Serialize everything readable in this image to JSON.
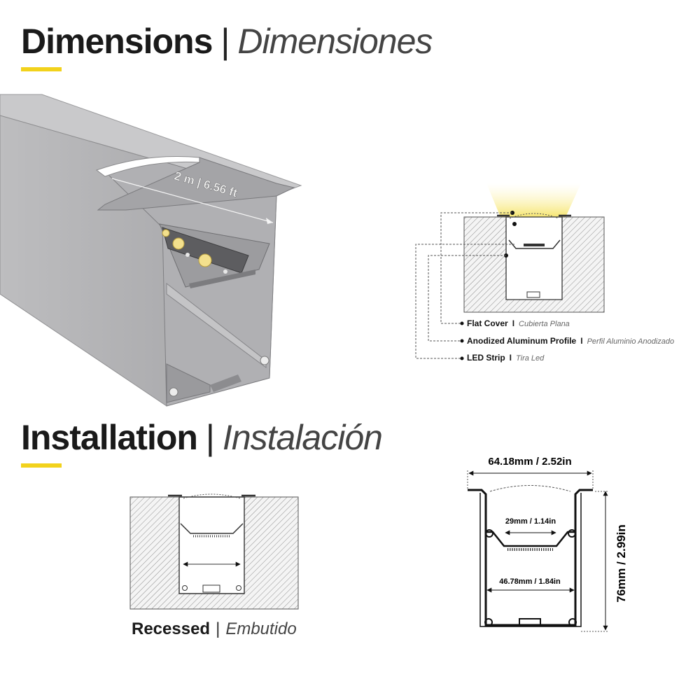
{
  "dimensions_heading": {
    "title": "Dimensions",
    "separator": "|",
    "subtitle": "Dimensiones"
  },
  "installation_heading": {
    "title": "Installation",
    "separator": "|",
    "subtitle": "Instalación"
  },
  "profile_length_label": "2 m | 6.56 ft",
  "legend": [
    {
      "label": "Flat Cover",
      "separator": "I",
      "translation": "Cubierta Plana"
    },
    {
      "label": "Anodized Aluminum Profile",
      "separator": "I",
      "translation": "Perfil Aluminio Anodizado"
    },
    {
      "label": "LED Strip",
      "separator": "I",
      "translation": "Tira Led"
    }
  ],
  "install_caption": {
    "label": "Recessed",
    "separator": "|",
    "translation": "Embutido"
  },
  "measurements": {
    "overall_width": "64.18mm / 2.52in",
    "led_channel_width": "29mm / 1.14in",
    "body_width": "46.78mm / 1.84in",
    "height": "76mm / 2.99in"
  },
  "colors": {
    "accent": "#f2d21c",
    "profile_gray": "#a9a9ab",
    "light_glow": "#f7ec8c"
  }
}
